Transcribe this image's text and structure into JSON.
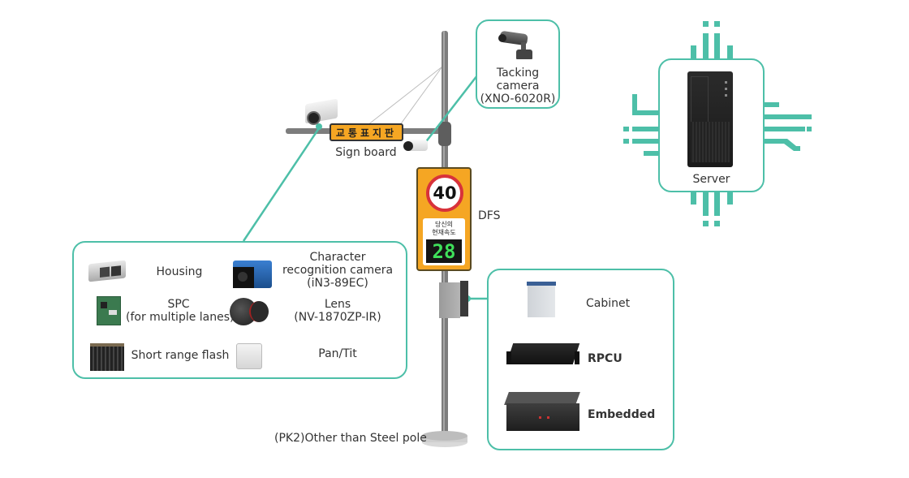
{
  "colors": {
    "accent": "#4dbfa8",
    "sign_orange": "#f5a623",
    "pole": "#8a8a8a",
    "text": "#333333",
    "led_green": "#3fe05a"
  },
  "pole": {
    "label": "(PK2)Other than Steel pole"
  },
  "sign_board": {
    "korean_text": "교통표지판",
    "label": "Sign board"
  },
  "tracking_camera": {
    "line1": "Tacking",
    "line2": "camera",
    "line3": "(XNO-6020R)"
  },
  "dfs": {
    "label": "DFS",
    "speed_limit": "40",
    "korean_line1": "당신의",
    "korean_line2": "현재속도",
    "current_speed": "28"
  },
  "server": {
    "label": "Server"
  },
  "camera_components": {
    "items": [
      {
        "name": "Housing",
        "icon": "housing-icon"
      },
      {
        "line1": "Character",
        "line2": "recognition camera",
        "line3": "(iN3-89EC)",
        "icon": "camera-icon"
      },
      {
        "line1": "SPC",
        "line2": "(for multiple lanes)",
        "icon": "circuit-board-icon"
      },
      {
        "line1": "Lens",
        "line2": "(NV-1870ZP-IR)",
        "icon": "lens-icon"
      },
      {
        "name": "Short range flash",
        "icon": "flash-icon"
      },
      {
        "name": "Pan/Tit",
        "icon": "pan-tilt-icon"
      }
    ]
  },
  "cabinet_components": {
    "items": [
      {
        "name": "Cabinet",
        "icon": "cabinet-icon"
      },
      {
        "name": "RPCU",
        "icon": "rpcu-icon"
      },
      {
        "name": "Embedded",
        "icon": "embedded-icon"
      }
    ]
  }
}
